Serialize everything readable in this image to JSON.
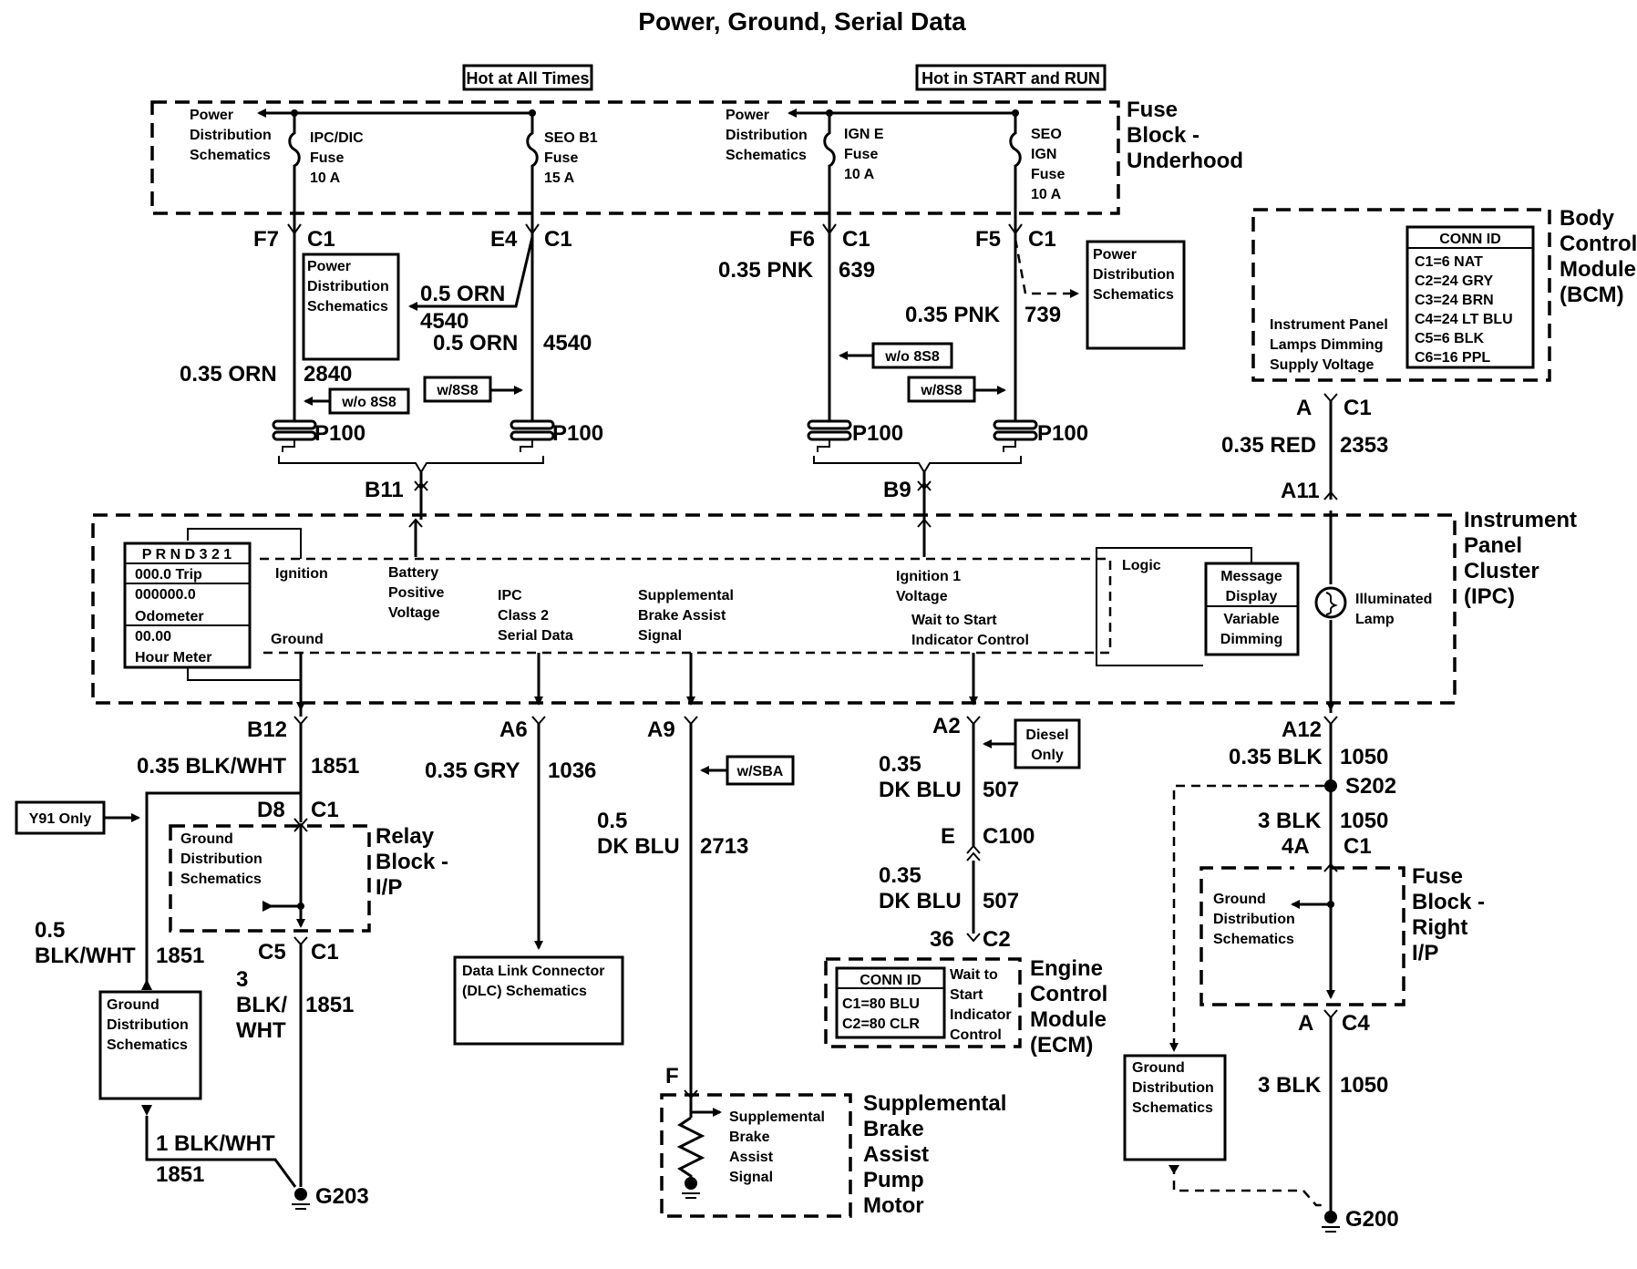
{
  "title": "Power, Ground, Serial Data",
  "condition_labels": {
    "hot_at_all_times": "Hot at All Times",
    "hot_in_start_run": "Hot in START and RUN"
  },
  "fuse_block_underhood": {
    "name_lines": [
      "Fuse",
      "Block -",
      "Underhood"
    ],
    "power_dist_lines": [
      "Power",
      "Distribution",
      "Schematics"
    ],
    "fuses": [
      {
        "lines": [
          "IPC/DIC",
          "Fuse",
          "10 A"
        ]
      },
      {
        "lines": [
          "SEO B1",
          "Fuse",
          "15 A"
        ]
      },
      {
        "lines": [
          "IGN E",
          "Fuse",
          "10 A"
        ]
      },
      {
        "lines": [
          "SEO",
          "IGN",
          "Fuse",
          "10 A"
        ]
      }
    ]
  },
  "connectors": {
    "f7": "F7",
    "e4": "E4",
    "f6": "F6",
    "f5": "F5",
    "c1": "C1",
    "p100": "P100",
    "b11": "B11",
    "b9": "B9",
    "a_bcm": "A",
    "a11": "A11",
    "b12": "B12",
    "a6": "A6",
    "a9": "A9",
    "a2": "A2",
    "a12": "A12",
    "d8": "D8",
    "c5": "C5",
    "e": "E",
    "c100": "C100",
    "n36": "36",
    "c2": "C2",
    "s202": "S202",
    "n4a": "4A",
    "a_c4": "A",
    "c4": "C4",
    "f": "F",
    "g203": "G203",
    "g200": "G200"
  },
  "wires": {
    "orn_035": "0.35 ORN",
    "w2840": "2840",
    "orn_05": "0.5 ORN",
    "w4540": "4540",
    "pnk_035": "0.35 PNK",
    "w639": "639",
    "w739": "739",
    "red_035": "0.35 RED",
    "w2353": "2353",
    "blkwht_035": "0.35 BLK/WHT",
    "w1851": "1851",
    "gry_035": "0.35 GRY",
    "w1036": "1036",
    "dkblu_05_a": "0.5",
    "dkblu_05_b": "DK BLU",
    "w2713": "2713",
    "dkblu_035_a": "0.35",
    "dkblu_035_b": "DK BLU",
    "w507": "507",
    "blk_035": "0.35 BLK",
    "w1050": "1050",
    "blk_3": "3 BLK",
    "blkwht_05_a": "0.5",
    "blkwht_05_b": "BLK/WHT",
    "blkwht_3_a": "3",
    "blkwht_3_b": "BLK/",
    "blkwht_3_c": "WHT",
    "blkwht_1": "1 BLK/WHT"
  },
  "option_tags": {
    "wo8s8": "w/o 8S8",
    "w8s8": "w/8S8",
    "wsba": "w/SBA",
    "diesel_a": "Diesel",
    "diesel_b": "Only",
    "y91": "Y91 Only"
  },
  "power_dist_box_lines": [
    "Power",
    "Distribution",
    "Schematics"
  ],
  "ground_dist_lines": [
    "Ground",
    "Distribution",
    "Schematics"
  ],
  "bcm": {
    "name_lines": [
      "Body",
      "Control",
      "Module",
      "(BCM)"
    ],
    "conn_id_title": "CONN ID",
    "conn_ids": [
      "C1=6 NAT",
      "C2=24 GRY",
      "C3=24 BRN",
      "C4=24 LT BLU",
      "C5=6 BLK",
      "C6=16 PPL"
    ],
    "dimming_lines": [
      "Instrument Panel",
      "Lamps Dimming",
      "Supply Voltage"
    ]
  },
  "ipc": {
    "name_lines": [
      "Instrument",
      "Panel",
      "Cluster",
      "(IPC)"
    ],
    "display_rows": [
      "P R N D 3 2 1",
      "000.0 Trip",
      "000000.0",
      "Odometer",
      "00.00",
      "Hour Meter"
    ],
    "ignition": "Ignition",
    "ground": "Ground",
    "battery_lines": [
      "Battery",
      "Positive",
      "Voltage"
    ],
    "serial_lines": [
      "IPC",
      "Class 2",
      "Serial Data"
    ],
    "sba_lines": [
      "Supplemental",
      "Brake Assist",
      "Signal"
    ],
    "ign1_lines": [
      "Ignition 1",
      "Voltage"
    ],
    "wait_lines": [
      "Wait to Start",
      "Indicator Control"
    ],
    "logic": "Logic",
    "message_lines": [
      "Message",
      "Display"
    ],
    "dimming_lines": [
      "Variable",
      "Dimming"
    ],
    "lamp_lines": [
      "Illuminated",
      "Lamp"
    ]
  },
  "relay_block": {
    "name_lines": [
      "Relay",
      "Block -",
      "I/P"
    ]
  },
  "dlc_lines": [
    "Data Link Connector",
    "(DLC) Schematics"
  ],
  "sba_motor": {
    "name_lines": [
      "Supplemental",
      "Brake",
      "Assist",
      "Pump",
      "Motor"
    ],
    "inner_lines": [
      "Supplemental",
      "Brake",
      "Assist",
      "Signal"
    ]
  },
  "ecm": {
    "name_lines": [
      "Engine",
      "Control",
      "Module",
      "(ECM)"
    ],
    "conn_id_title": "CONN ID",
    "conn_ids": [
      "C1=80 BLU",
      "C2=80 CLR"
    ],
    "wait_lines": [
      "Wait to",
      "Start",
      "Indicator",
      "Control"
    ]
  },
  "fuse_block_right": {
    "name_lines": [
      "Fuse",
      "Block -",
      "Right",
      "I/P"
    ]
  }
}
